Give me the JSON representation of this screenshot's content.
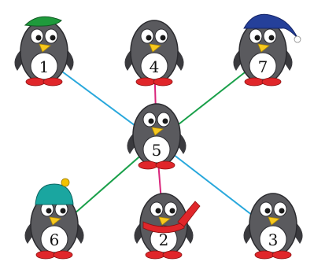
{
  "penguins": [
    {
      "id": "p1",
      "label": "1",
      "accessory": "green-beret"
    },
    {
      "id": "p4",
      "label": "4",
      "accessory": "none"
    },
    {
      "id": "p7",
      "label": "7",
      "accessory": "blue-nightcap"
    },
    {
      "id": "p5",
      "label": "5",
      "accessory": "none"
    },
    {
      "id": "p6",
      "label": "6",
      "accessory": "teal-pompom-hat"
    },
    {
      "id": "p2",
      "label": "2",
      "accessory": "red-scarf"
    },
    {
      "id": "p3",
      "label": "3",
      "accessory": "none"
    }
  ],
  "connections": [
    {
      "from": "p5",
      "to": "p1",
      "color": "#29a8dc"
    },
    {
      "from": "p5",
      "to": "p4",
      "color": "#d9267c"
    },
    {
      "from": "p5",
      "to": "p7",
      "color": "#1aa04a"
    },
    {
      "from": "p5",
      "to": "p6",
      "color": "#1aa04a"
    },
    {
      "from": "p5",
      "to": "p2",
      "color": "#d9267c"
    },
    {
      "from": "p5",
      "to": "p3",
      "color": "#29a8dc"
    }
  ],
  "colors": {
    "body": "#5a5a5e",
    "body_dark": "#3a3a3e",
    "belly": "#ffffff",
    "beak": "#f7c81e",
    "feet": "#e0262a",
    "beret": "#1f9a3c",
    "nightcap": "#25409a",
    "pompom_hat": "#1aa6a0",
    "pompom": "#f2c200",
    "scarf": "#e0262a"
  }
}
